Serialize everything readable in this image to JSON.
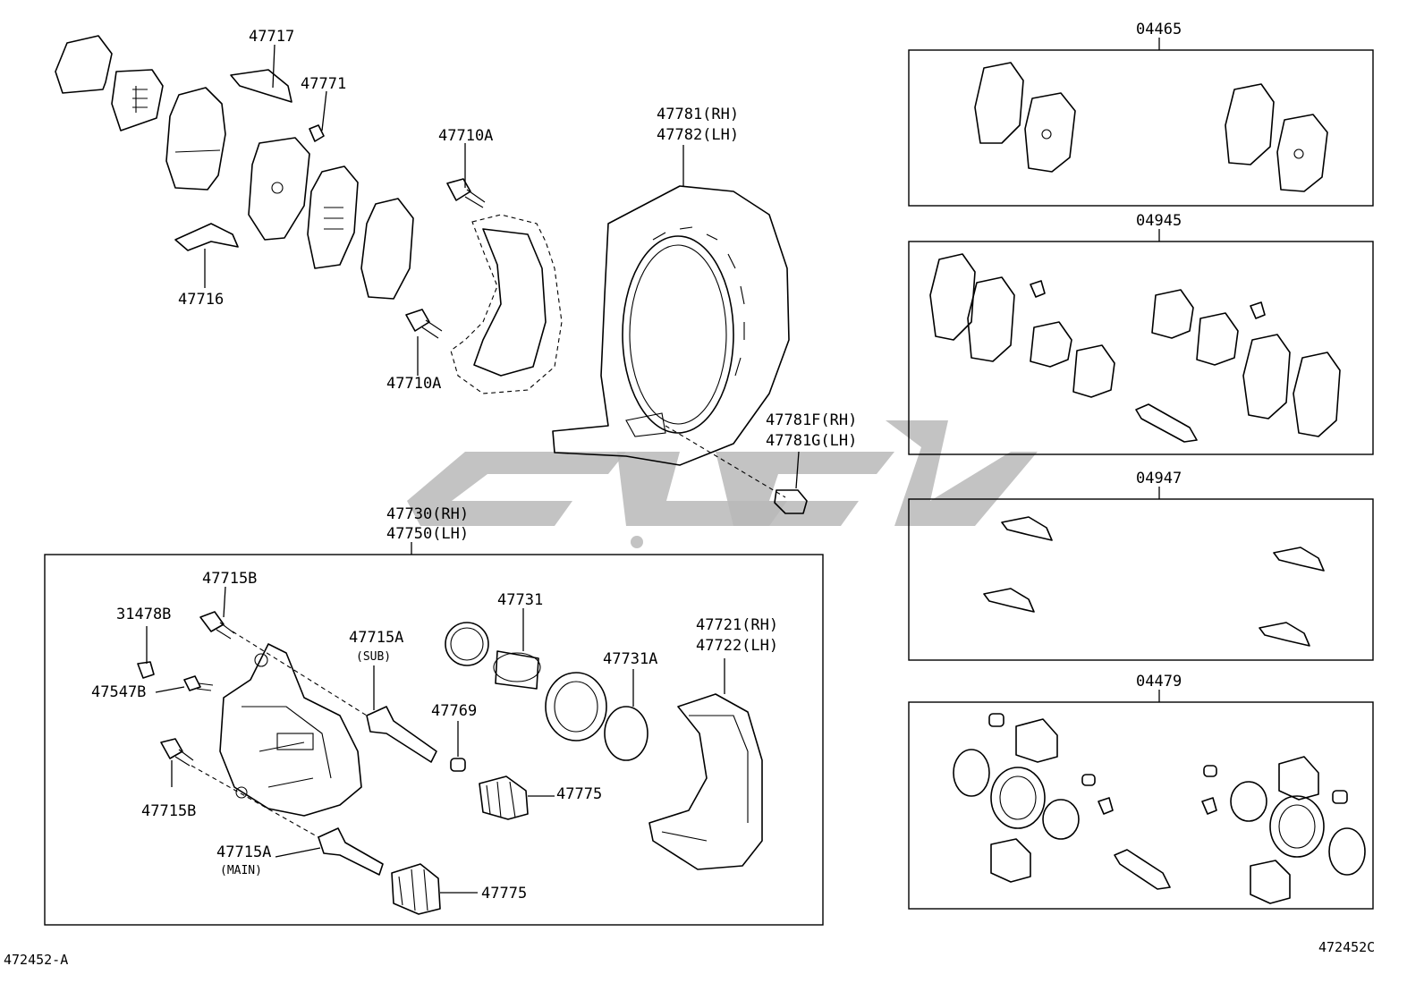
{
  "labels": {
    "l47717": "47717",
    "l47771": "47771",
    "l47716": "47716",
    "l47710A_top": "47710A",
    "l47710A_bot": "47710A",
    "l47781": "47781(RH)",
    "l47782": "47782(LH)",
    "l47781F": "47781F(RH)",
    "l47781G": "47781G(LH)",
    "l47730": "47730(RH)",
    "l47750": "47750(LH)",
    "l47715B_top": "47715B",
    "l31478B": "31478B",
    "l47547B": "47547B",
    "l47715B_bot": "47715B",
    "l47715A_sub": "47715A",
    "sub_tag": "(SUB)",
    "l47715A_main": "47715A",
    "main_tag": "(MAIN)",
    "l47731": "47731",
    "l47731A": "47731A",
    "l47769": "47769",
    "l47775_a": "47775",
    "l47775_b": "47775",
    "l47721": "47721(RH)",
    "l47722": "47722(LH)",
    "k04465": "04465",
    "k04945": "04945",
    "k04947": "04947",
    "k04479": "04479",
    "footer_left": "472452-A",
    "footer_right": "472452C"
  }
}
